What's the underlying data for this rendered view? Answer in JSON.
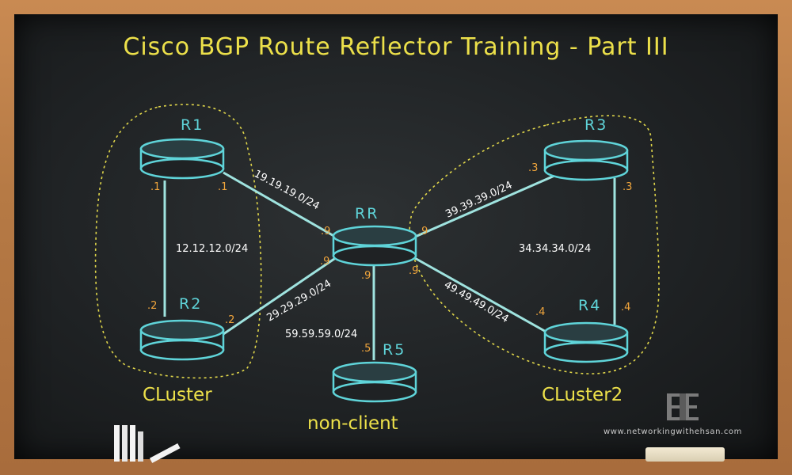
{
  "title": "Cisco BGP Route Reflector Training - Part III",
  "routers": {
    "r1": "R1",
    "r2": "R2",
    "r3": "R3",
    "r4": "R4",
    "rr": "RR",
    "r5": "R5"
  },
  "links": {
    "r1_r2": "12.12.12.0/24",
    "r1_rr": "19.19.19.0/24",
    "r2_rr": "29.29.29.0/24",
    "r3_rr": "39.39.39.0/24",
    "r3_r4": "34.34.34.0/24",
    "r4_rr": "49.49.49.0/24",
    "r5_rr": "59.59.59.0/24"
  },
  "ports": {
    "r1_left": ".1",
    "r1_right": ".1",
    "r2_left": ".2",
    "r2_right": ".2",
    "r3_left": ".3",
    "r3_right": ".3",
    "r4_left": ".4",
    "r4_right": ".4",
    "rr_upper_left": ".9",
    "rr_lower_left": ".9",
    "rr_upper_right": ".9",
    "rr_lower_right": ".9",
    "rr_bottom": ".9",
    "r5_top": ".5"
  },
  "groups": {
    "cluster1": "CLuster",
    "cluster2": "CLuster2",
    "nonclient": "non-client"
  },
  "footer": {
    "website": "www.networkingwithehsan.com"
  },
  "colors": {
    "title": "#ece04a",
    "router": "#5fd4d9",
    "link": "#9fe3df",
    "port": "#f0a53c",
    "cluster_outline": "#e0d64a"
  }
}
